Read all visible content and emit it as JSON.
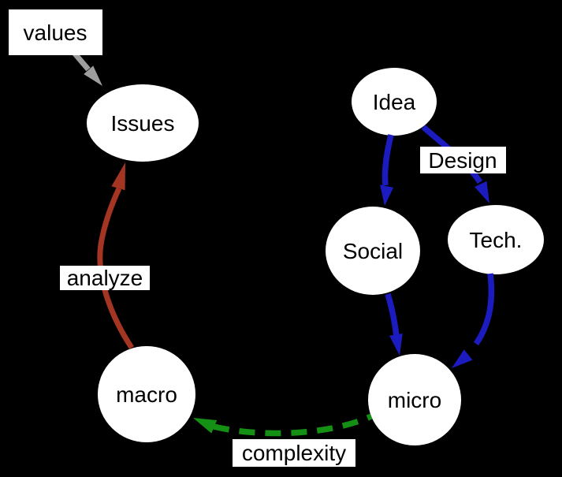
{
  "diagram": {
    "title": "concept flow graph",
    "colors": {
      "background": "#000000",
      "node_fill": "#ffffff",
      "label_bg": "#ffffff",
      "text": "#000000",
      "gray_edge": "#9e9e9e",
      "red_edge": "#a43523",
      "blue_edge": "#1b1bc0",
      "green_edge": "#149014"
    },
    "nodes": {
      "issues": {
        "label": "Issues"
      },
      "idea": {
        "label": "Idea"
      },
      "social": {
        "label": "Social"
      },
      "tech": {
        "label": "Tech."
      },
      "macro": {
        "label": "macro"
      },
      "micro": {
        "label": "micro"
      }
    },
    "edge_labels": {
      "values": {
        "text": "values"
      },
      "design": {
        "text": "Design"
      },
      "analyze": {
        "text": "analyze"
      },
      "complexity": {
        "text": "complexity"
      }
    },
    "edges": {
      "values_to_issues": {
        "from": "values-label",
        "to": "Issues",
        "color": "#9e9e9e",
        "style": "solid"
      },
      "macro_to_issues": {
        "from": "macro",
        "to": "Issues",
        "label": "analyze",
        "color": "#a43523",
        "style": "solid"
      },
      "idea_to_social": {
        "from": "Idea",
        "to": "Social",
        "color": "#1b1bc0",
        "style": "solid"
      },
      "idea_to_tech": {
        "from": "Idea",
        "to": "Tech.",
        "label": "Design",
        "color": "#1b1bc0",
        "style": "solid"
      },
      "social_to_micro": {
        "from": "Social",
        "to": "micro",
        "color": "#1b1bc0",
        "style": "solid"
      },
      "tech_to_micro": {
        "from": "Tech.",
        "to": "micro",
        "color": "#1b1bc0",
        "style": "solid"
      },
      "micro_to_macro": {
        "from": "micro",
        "to": "macro",
        "label": "complexity",
        "color": "#149014",
        "style": "dashed"
      }
    }
  }
}
